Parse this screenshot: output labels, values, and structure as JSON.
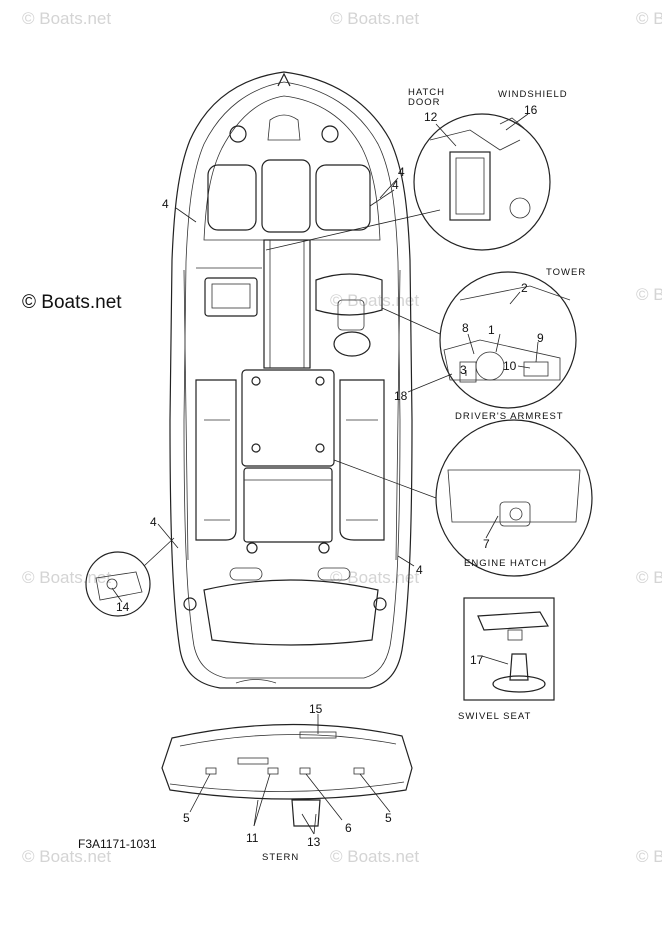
{
  "watermark": "© Boats.net",
  "diagram_code": "F3A1171-1031",
  "view_caption": "STERN",
  "captions": {
    "hatch_door": [
      "HATCH",
      "DOOR"
    ],
    "windshield": "WINDSHIELD",
    "tower": "TOWER",
    "drivers_armrest": "DRIVER'S ARMREST",
    "engine_hatch": "ENGINE HATCH",
    "swivel_seat": "SWIVEL SEAT"
  },
  "callouts": [
    "1",
    "2",
    "3",
    "4",
    "5",
    "6",
    "7",
    "8",
    "9",
    "10",
    "11",
    "12",
    "13",
    "14",
    "15",
    "16",
    "17",
    "18"
  ]
}
